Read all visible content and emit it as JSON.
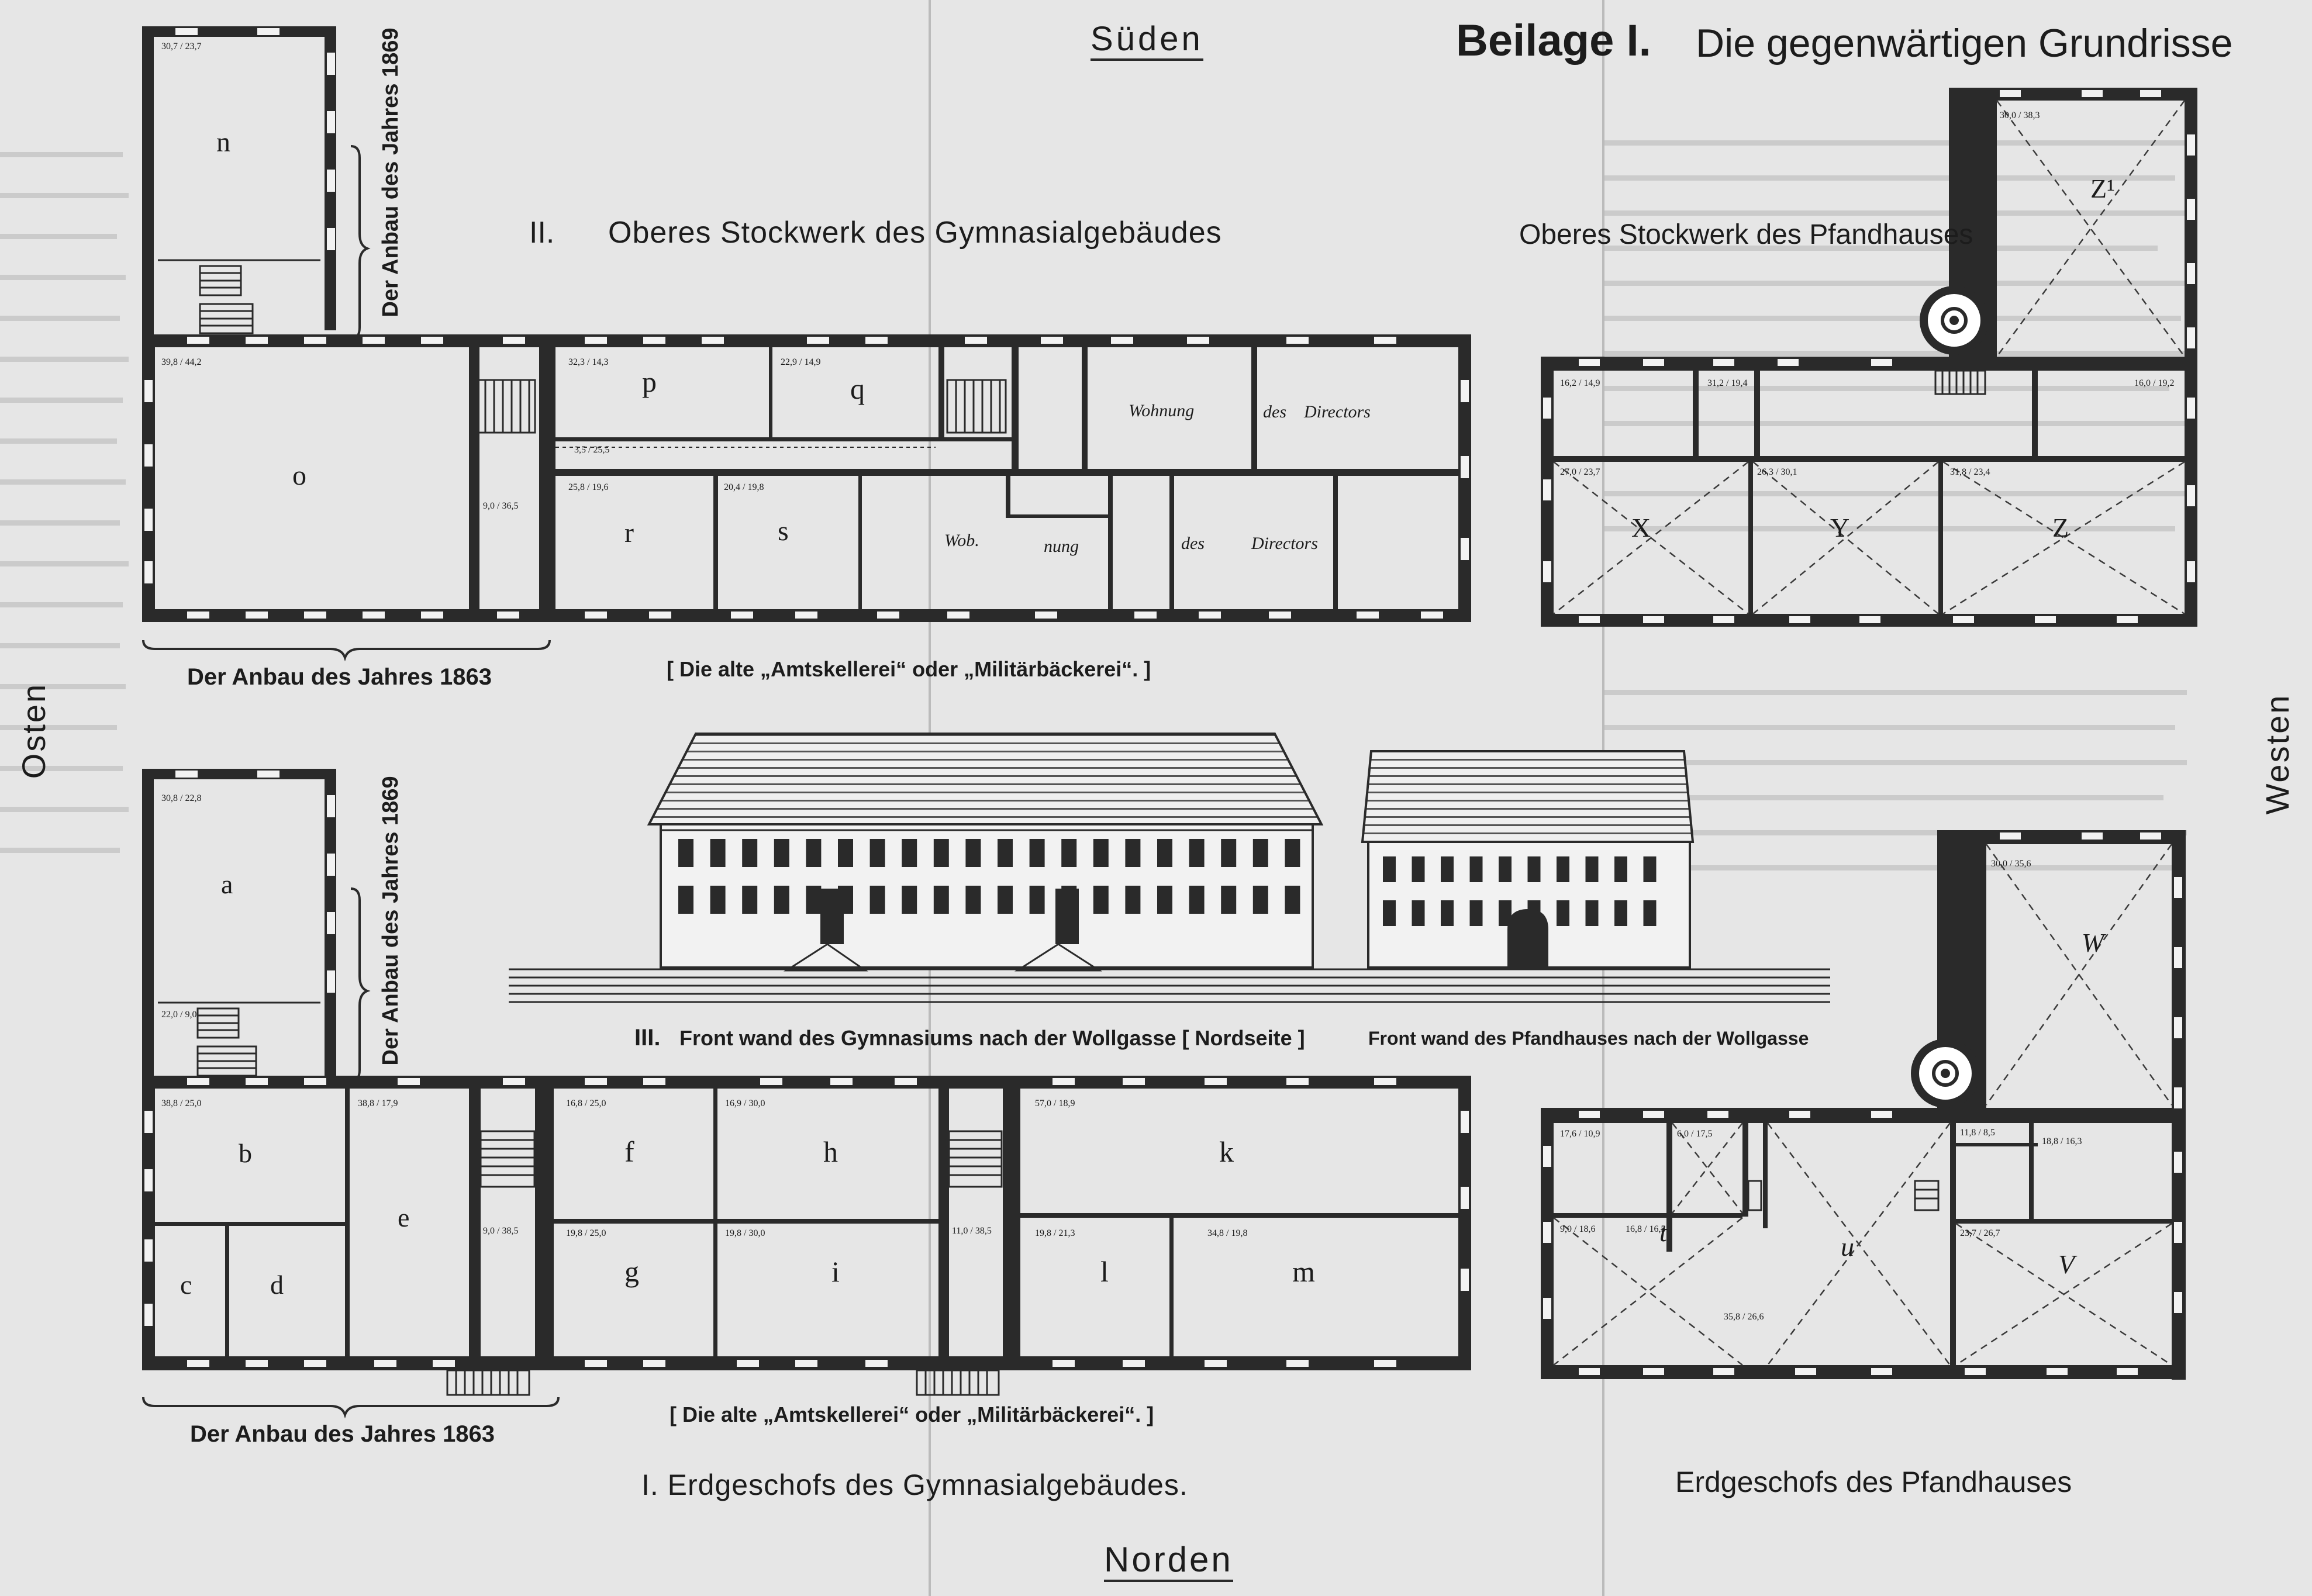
{
  "compass": {
    "south": "Süden",
    "north": "Norden",
    "east": "Osten",
    "west": "Westen"
  },
  "header": {
    "prefix": "Beilage I.",
    "title": "Die gegenwärtigen Grundrisse"
  },
  "upper_gym": {
    "title_num": "II.",
    "title": "Oberes Stockwerk des Gymnasialgebäudes",
    "annex_1869": "Der Anbau des Jahres 1869",
    "annex_1863": "Der Anbau des Jahres 1863",
    "subtitle": "[ Die alte „Amtskellerei“ oder „Militärbäckerei“. ]",
    "rooms": {
      "n": "n",
      "o": "o",
      "p": "p",
      "q": "q",
      "r": "r",
      "s": "s",
      "wohnung_top": "Wohnung",
      "des_top": "des",
      "directors_top": "Directors",
      "wob": "Wob.",
      "nung": "nung",
      "des_bottom": "des",
      "directors_bottom": "Directors"
    }
  },
  "upper_pfand": {
    "title": "Oberes Stockwerk des Pfandhauses",
    "rooms": {
      "z1": "Z¹",
      "x": "X",
      "y": "Y",
      "z": "Z"
    }
  },
  "front": {
    "title_num": "III.",
    "gym_title": "Front wand des Gymnasiums nach der Wollgasse [ Nordseite ]",
    "pfand_title": "Front wand des Pfandhauses nach der Wollgasse"
  },
  "ground_gym": {
    "title": "I. Erdgeschofs des Gymnasialgebäudes.",
    "annex_1869": "Der Anbau des Jahres 1869",
    "annex_1863": "Der Anbau des Jahres 1863",
    "subtitle": "[ Die alte „Amtskellerei“ oder „Militärbäckerei“. ]",
    "rooms": {
      "a": "a",
      "b": "b",
      "c": "c",
      "d": "d",
      "e": "e",
      "f": "f",
      "g": "g",
      "h": "h",
      "i": "i",
      "k": "k",
      "l": "l",
      "m": "m"
    }
  },
  "ground_pfand": {
    "title": "Erdgeschofs des Pfandhauses",
    "rooms": {
      "w": "W",
      "t": "t",
      "u": "u",
      "v": "V"
    }
  },
  "dimensions": {
    "n": "30,7 / 23,7",
    "o": "39,8 / 44,2",
    "p": "32,3 / 14,3",
    "q": "22,9 / 14,9",
    "r": "25,8 / 19,6",
    "s": "20,4 / 19,8",
    "pass_u": "3,5 / 25,5",
    "pass_l": "9,0 / 36,5",
    "x": "27,0 / 23,7",
    "y": "26,3 / 30,1",
    "z": "31,8 / 23,4",
    "z1": "30,0 / 38,3",
    "ux1": "16,2 / 14,9",
    "ux2": "31,2 / 19,4",
    "ux3": "16,0 / 19,2",
    "a": "30,8 / 22,8",
    "a2": "22,0 / 9,0",
    "b": "38,8 / 25,0",
    "e": "38,8 / 17,9",
    "f": "16,8 / 25,0",
    "h": "16,9 / 30,0",
    "k": "57,0 / 18,9",
    "g": "19,8 / 25,0",
    "i": "19,8 / 30,0",
    "l": "19,8 / 21,3",
    "m": "34,8 / 19,8",
    "pass_g1": "9,0 / 38,5",
    "pass_g2": "11,0 / 38,5",
    "w": "30,0 / 35,6",
    "t1": "17,6 / 10,9",
    "t2": "6,0 / 17,5",
    "t3": "16,8 / 16,5",
    "t4": "9,0 / 18,6",
    "v1": "11,8 / 8,5",
    "v2": "18,8 / 16,3",
    "v3": "23,7 / 26,7",
    "u": "35,8 / 26,6"
  }
}
